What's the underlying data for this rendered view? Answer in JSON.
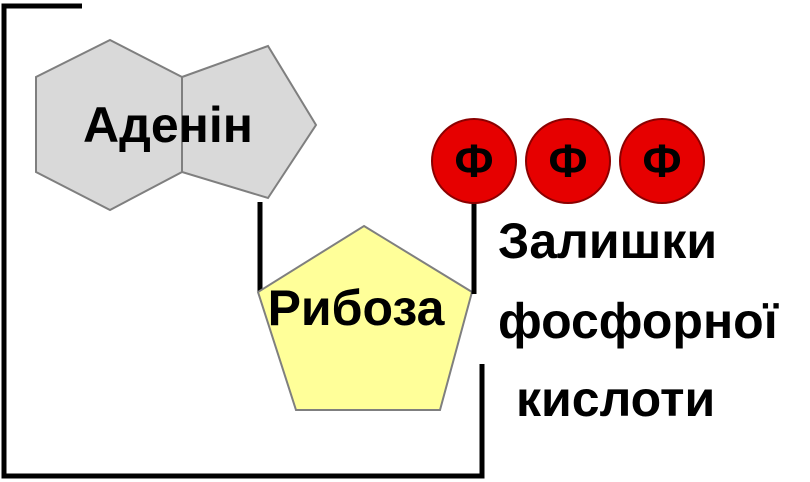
{
  "diagram": {
    "adenine_label": "Аденін",
    "ribose_label": "Рибоза",
    "phosphate_label": "Ф",
    "phosphate_count": 3,
    "caption_lines": [
      "Залишки",
      "фосфорної",
      "кислоти"
    ],
    "colors": {
      "adenine_fill": "#d9d9d9",
      "adenine_stroke": "#7f7f7f",
      "ribose_fill": "#ffff99",
      "ribose_stroke": "#7f7f7f",
      "phosphate_fill": "#e60000",
      "phosphate_stroke": "#8b0000",
      "line": "#000000"
    }
  }
}
